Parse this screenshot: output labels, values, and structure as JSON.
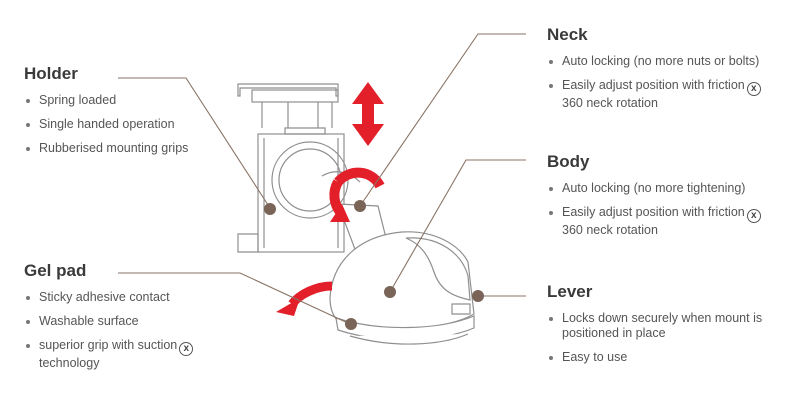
{
  "holder": {
    "title": "Holder",
    "items": [
      "Spring loaded",
      "Single handed operation",
      "Rubberised mounting grips"
    ]
  },
  "gel_pad": {
    "title": "Gel pad",
    "items": [
      "Sticky adhesive contact",
      "Washable surface",
      "superior grip with suction",
      "technology"
    ],
    "icon": "x-circle-icon"
  },
  "neck": {
    "title": "Neck",
    "items": [
      "Auto locking (no more nuts or bolts)",
      "Easily adjust position with friction",
      "360 neck rotation"
    ],
    "icon": "x-circle-icon"
  },
  "body": {
    "title": "Body",
    "items": [
      "Auto locking (no more tightening)",
      "Easily adjust position with friction",
      "360 neck rotation"
    ],
    "icon": "x-circle-icon"
  },
  "lever": {
    "title": "Lever",
    "items": [
      "Locks down securely when mount is",
      "positioned in place",
      "Easy to use"
    ]
  },
  "icon_glyph": "x",
  "colors": {
    "accent_red": "#e3202a",
    "leader": "#8a7364",
    "outline": "#8f8f8f"
  }
}
